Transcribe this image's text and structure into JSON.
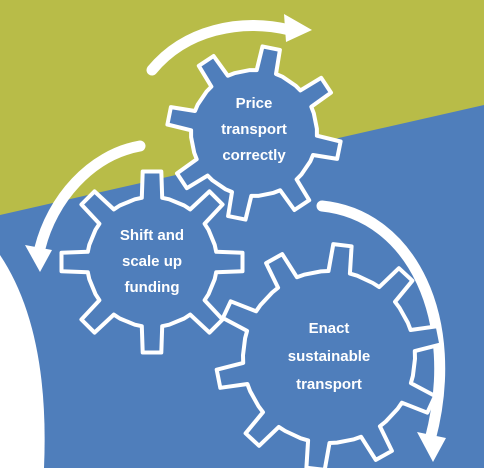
{
  "colors": {
    "olive_band": "#b8bc48",
    "blue_band": "#4f7ebb",
    "gear_fill": "#4f7ebb",
    "gear_stroke": "#ffffff",
    "arrow": "#ffffff",
    "white_area": "#ffffff"
  },
  "gears": [
    {
      "id": "price",
      "lines": [
        "Price",
        "transport",
        "correctly"
      ]
    },
    {
      "id": "shift",
      "lines": [
        "Shift and",
        "scale up",
        "funding"
      ]
    },
    {
      "id": "enact",
      "lines": [
        "Enact",
        "sustainable",
        "transport"
      ]
    }
  ],
  "arrows": [
    {
      "id": "top-arrow",
      "icon": "curved-arrow-right"
    },
    {
      "id": "left-arrow",
      "icon": "curved-arrow-down-left"
    },
    {
      "id": "right-arrow",
      "icon": "curved-arrow-down-right"
    }
  ]
}
